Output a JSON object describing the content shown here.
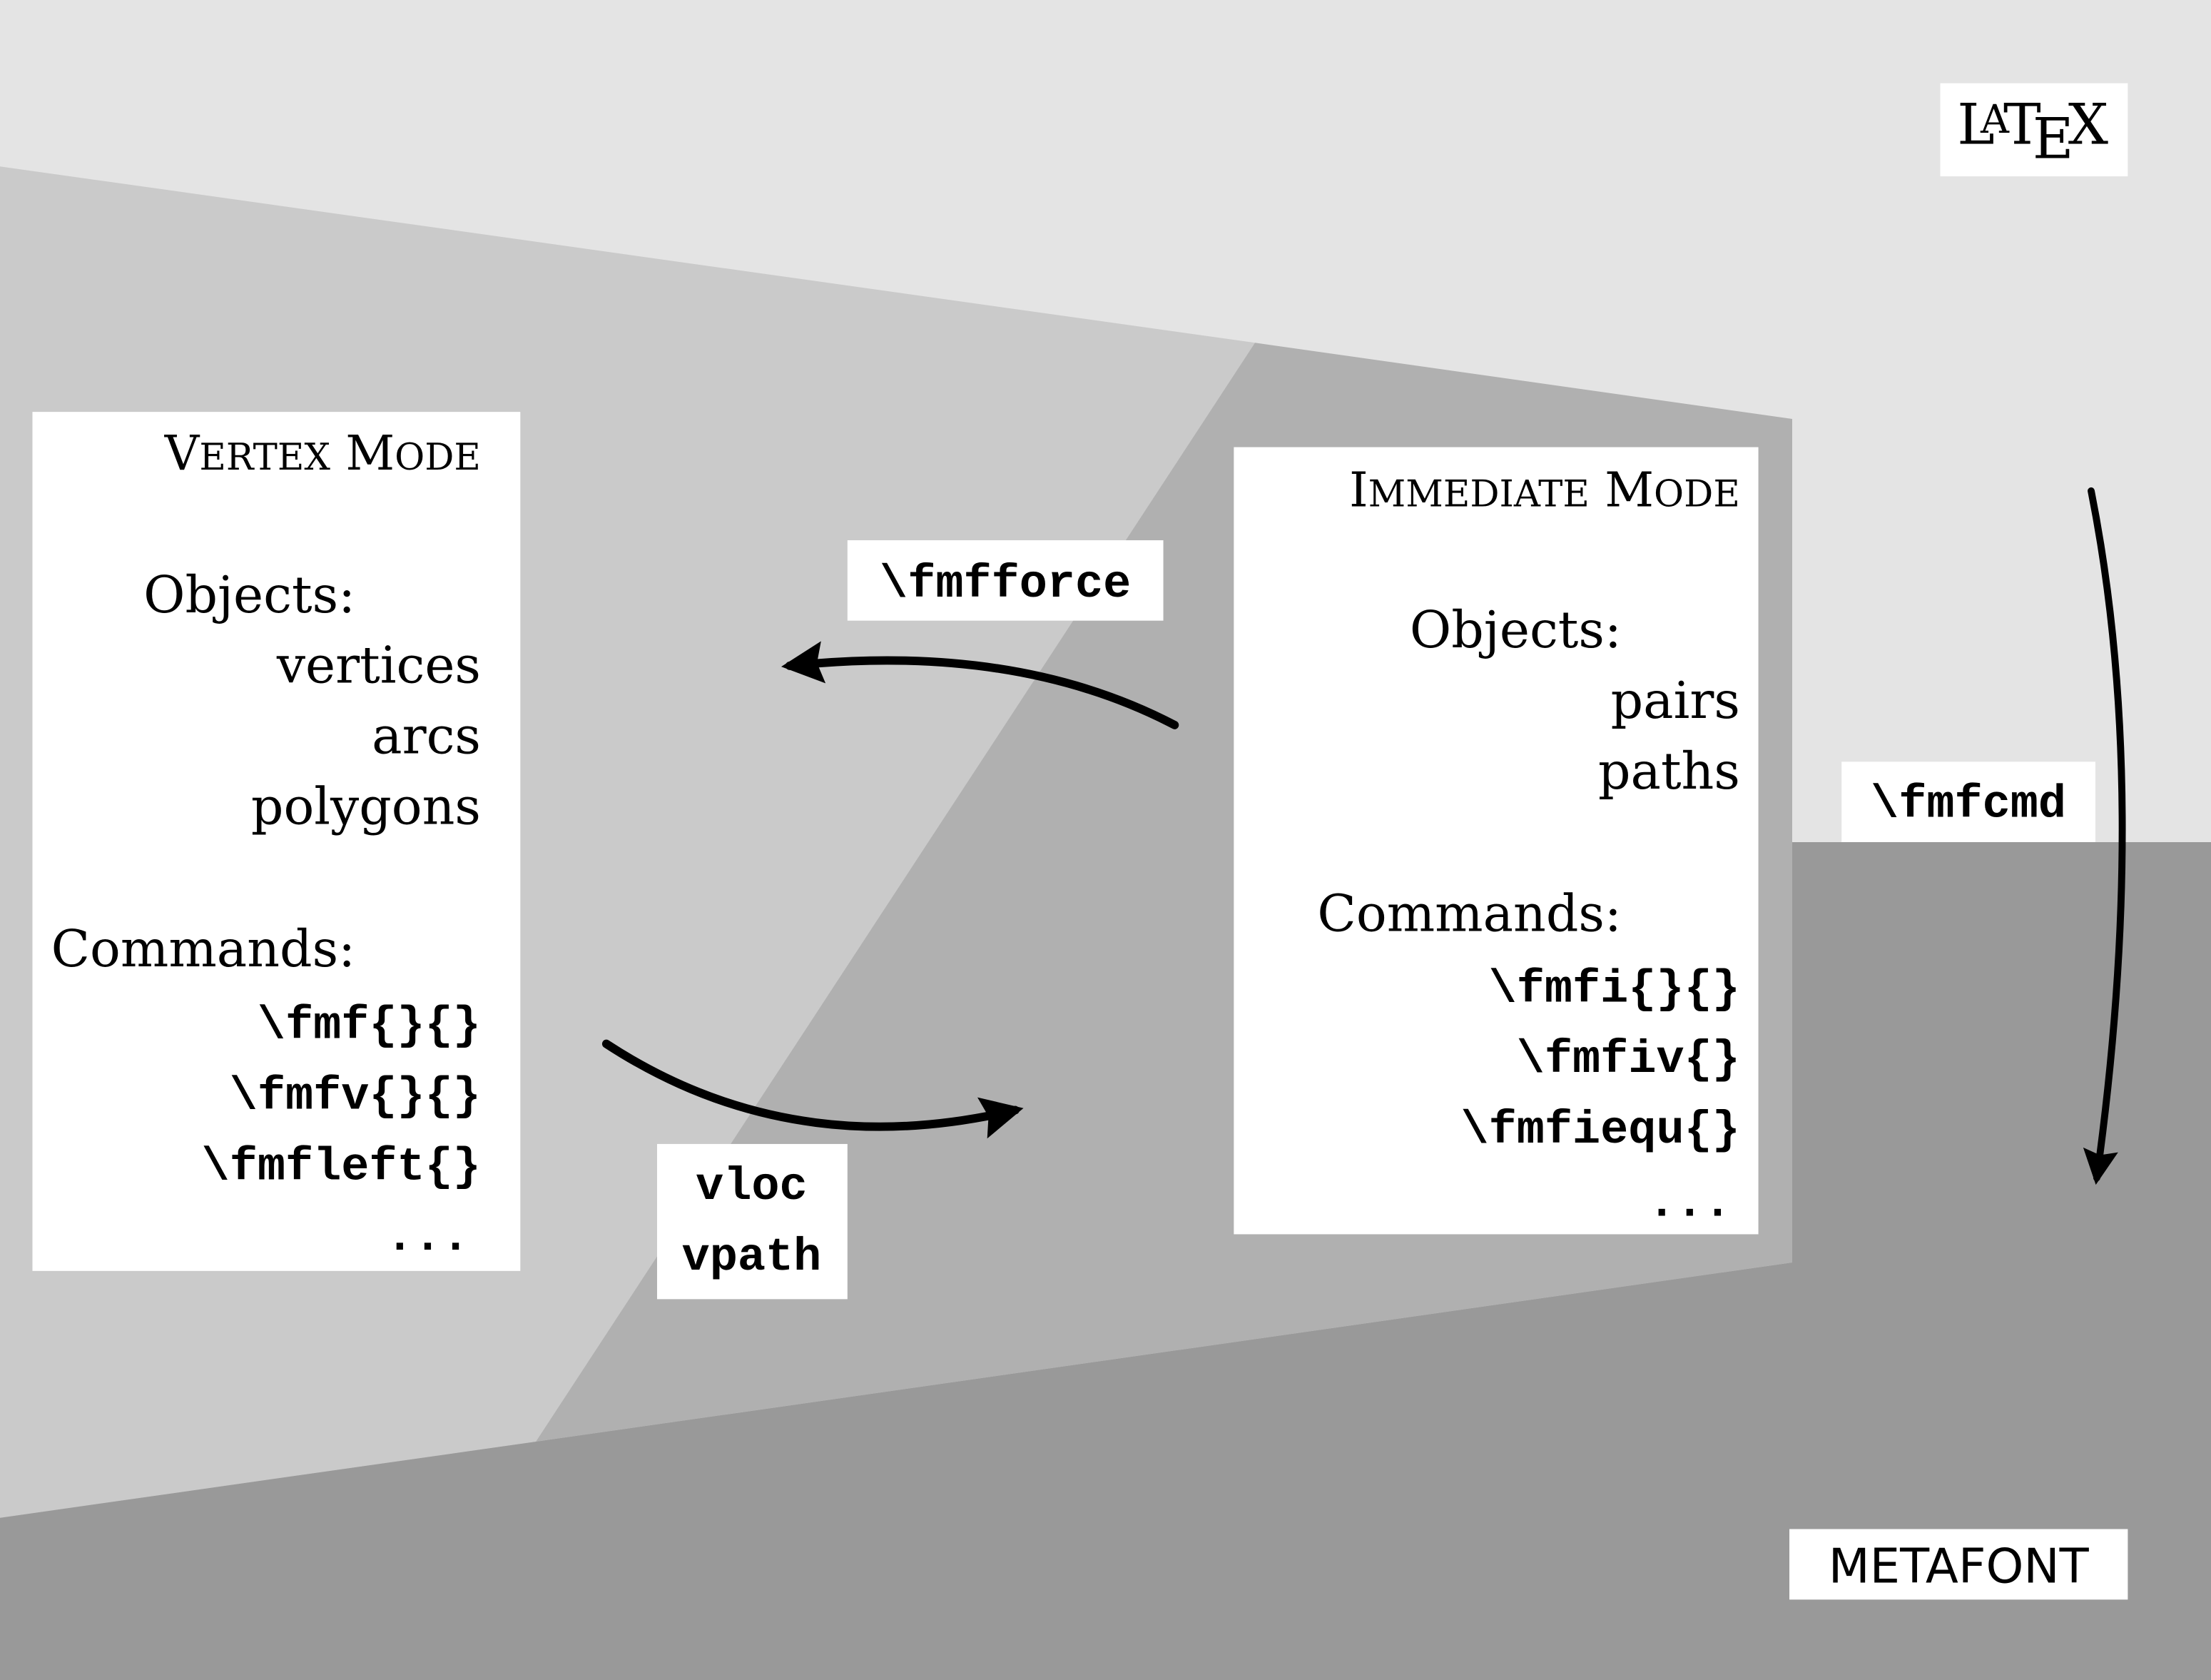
{
  "colors": {
    "top_region": "#e4e4e4",
    "latex_region": "#cacaca",
    "interface_region": "#b0b0b0",
    "metafont_region": "#999999",
    "box_fill": "#ffffff",
    "ink": "#000000"
  },
  "corner_labels": {
    "latex": "LaTeX",
    "latex_parts": {
      "L": "L",
      "A": "A",
      "T": "T",
      "E": "E",
      "X": "X"
    },
    "metafont": "METAFONT"
  },
  "vertex_mode": {
    "title": "Vertex Mode",
    "title_parts": {
      "V": "V",
      "ertex": "ERTEX",
      "M": "M",
      "ode": "ODE"
    },
    "objects_heading": "Objects:",
    "objects": [
      "vertices",
      "arcs",
      "polygons"
    ],
    "commands_heading": "Commands:",
    "commands": [
      "\\fmf{}{}",
      "\\fmfv{}{}",
      "\\fmfleft{}",
      "..."
    ]
  },
  "immediate_mode": {
    "title": "Immediate Mode",
    "title_parts": {
      "I": "I",
      "mmediate": "MMEDIATE",
      "M": "M",
      "ode": "ODE"
    },
    "objects_heading": "Objects:",
    "objects": [
      "pairs",
      "paths"
    ],
    "commands_heading": "Commands:",
    "commands": [
      "\\fmfi{}{}",
      "\\fmfiv{}",
      "\\fmfiequ{}",
      "..."
    ]
  },
  "arrows": {
    "fmfforce_label": "\\fmfforce",
    "vloc_vpath_label": [
      "vloc",
      "vpath"
    ],
    "fmfcmd_label": "\\fmfcmd"
  }
}
